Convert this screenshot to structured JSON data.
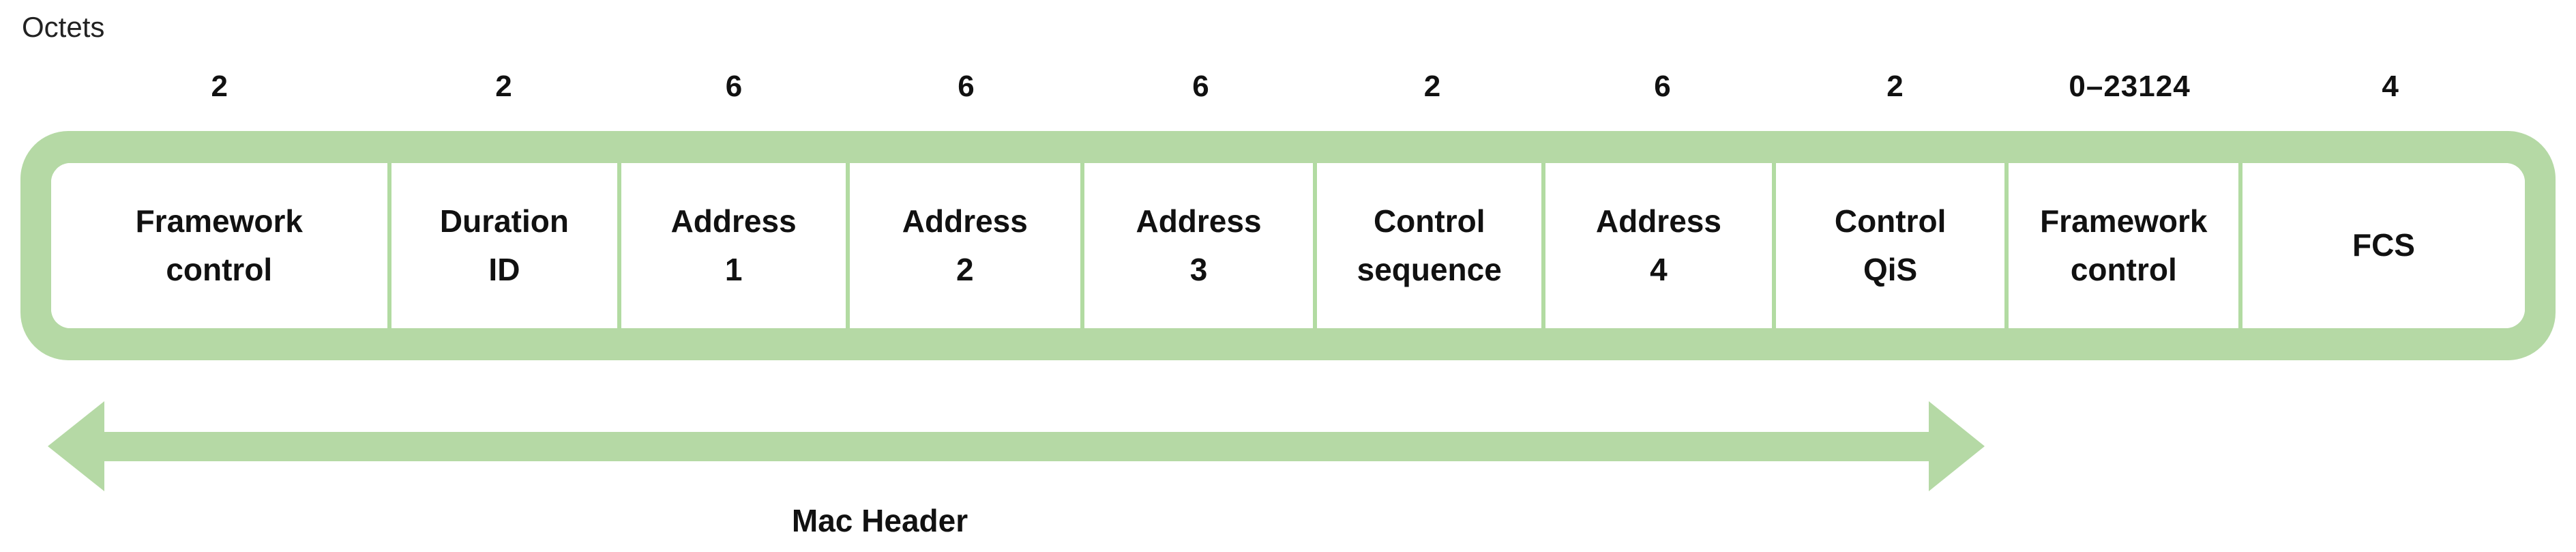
{
  "diagram": {
    "octets_label": "Octets",
    "fields": [
      {
        "octets": "2",
        "label": "Framework\ncontrol"
      },
      {
        "octets": "2",
        "label": "Duration\nID"
      },
      {
        "octets": "6",
        "label": "Address\n1"
      },
      {
        "octets": "6",
        "label": "Address\n2"
      },
      {
        "octets": "6",
        "label": "Address\n3"
      },
      {
        "octets": "2",
        "label": "Control\nsequence"
      },
      {
        "octets": "6",
        "label": "Address\n4"
      },
      {
        "octets": "2",
        "label": "Control\nQiS"
      },
      {
        "octets": "0–23124",
        "label": "Framework\ncontrol"
      },
      {
        "octets": "4",
        "label": "FCS"
      }
    ],
    "arrow_label": "Mac Header",
    "colors": {
      "frame_green": "#b5d9a5",
      "divider_green": "#b2dba2",
      "arrow_green": "#b5d9a5",
      "text_color": "#111111",
      "background": "#ffffff"
    }
  }
}
